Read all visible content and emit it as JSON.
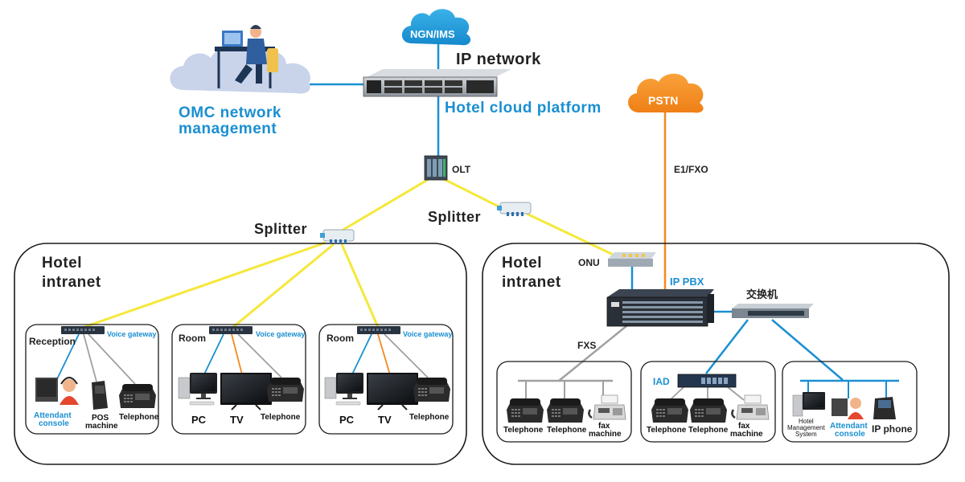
{
  "top": {
    "cloud_ngn": "NGN/IMS",
    "cloud_pstn": "PSTN",
    "ip_network": "IP network",
    "hotel_cloud": "Hotel cloud platform",
    "omc": [
      "OMC network",
      "management"
    ],
    "olt": "OLT",
    "splitter_left": "Splitter",
    "splitter_right": "Splitter",
    "e1": "E1/FXO"
  },
  "left": {
    "intranet": [
      "Hotel",
      "intranet"
    ],
    "voice_gateway": "Voice gateway",
    "reception": "Reception",
    "room": "Room",
    "attendant": [
      "Attendant",
      "console"
    ],
    "pos": [
      "POS",
      "machine"
    ],
    "telephone": "Telephone",
    "pc": "PC",
    "tv": "TV"
  },
  "right": {
    "intranet": [
      "Hotel",
      "intranet"
    ],
    "onu": "ONU",
    "ippbx": "IP PBX",
    "switch": "交换机",
    "fxs": "FXS",
    "iad": "IAD",
    "telephone": "Telephone",
    "fax": [
      "fax",
      "machine"
    ],
    "hms": [
      "Hotel",
      "Management",
      "System"
    ],
    "attendant": [
      "Attendant",
      "console"
    ],
    "ip_phone": "IP phone"
  },
  "colors": {
    "blue": "#1a8fd1",
    "orange": "#f28a1e",
    "yellow": "#f5e83a",
    "gray_line": "#a0a0a0",
    "cloud_light": "#c9d3ea"
  }
}
